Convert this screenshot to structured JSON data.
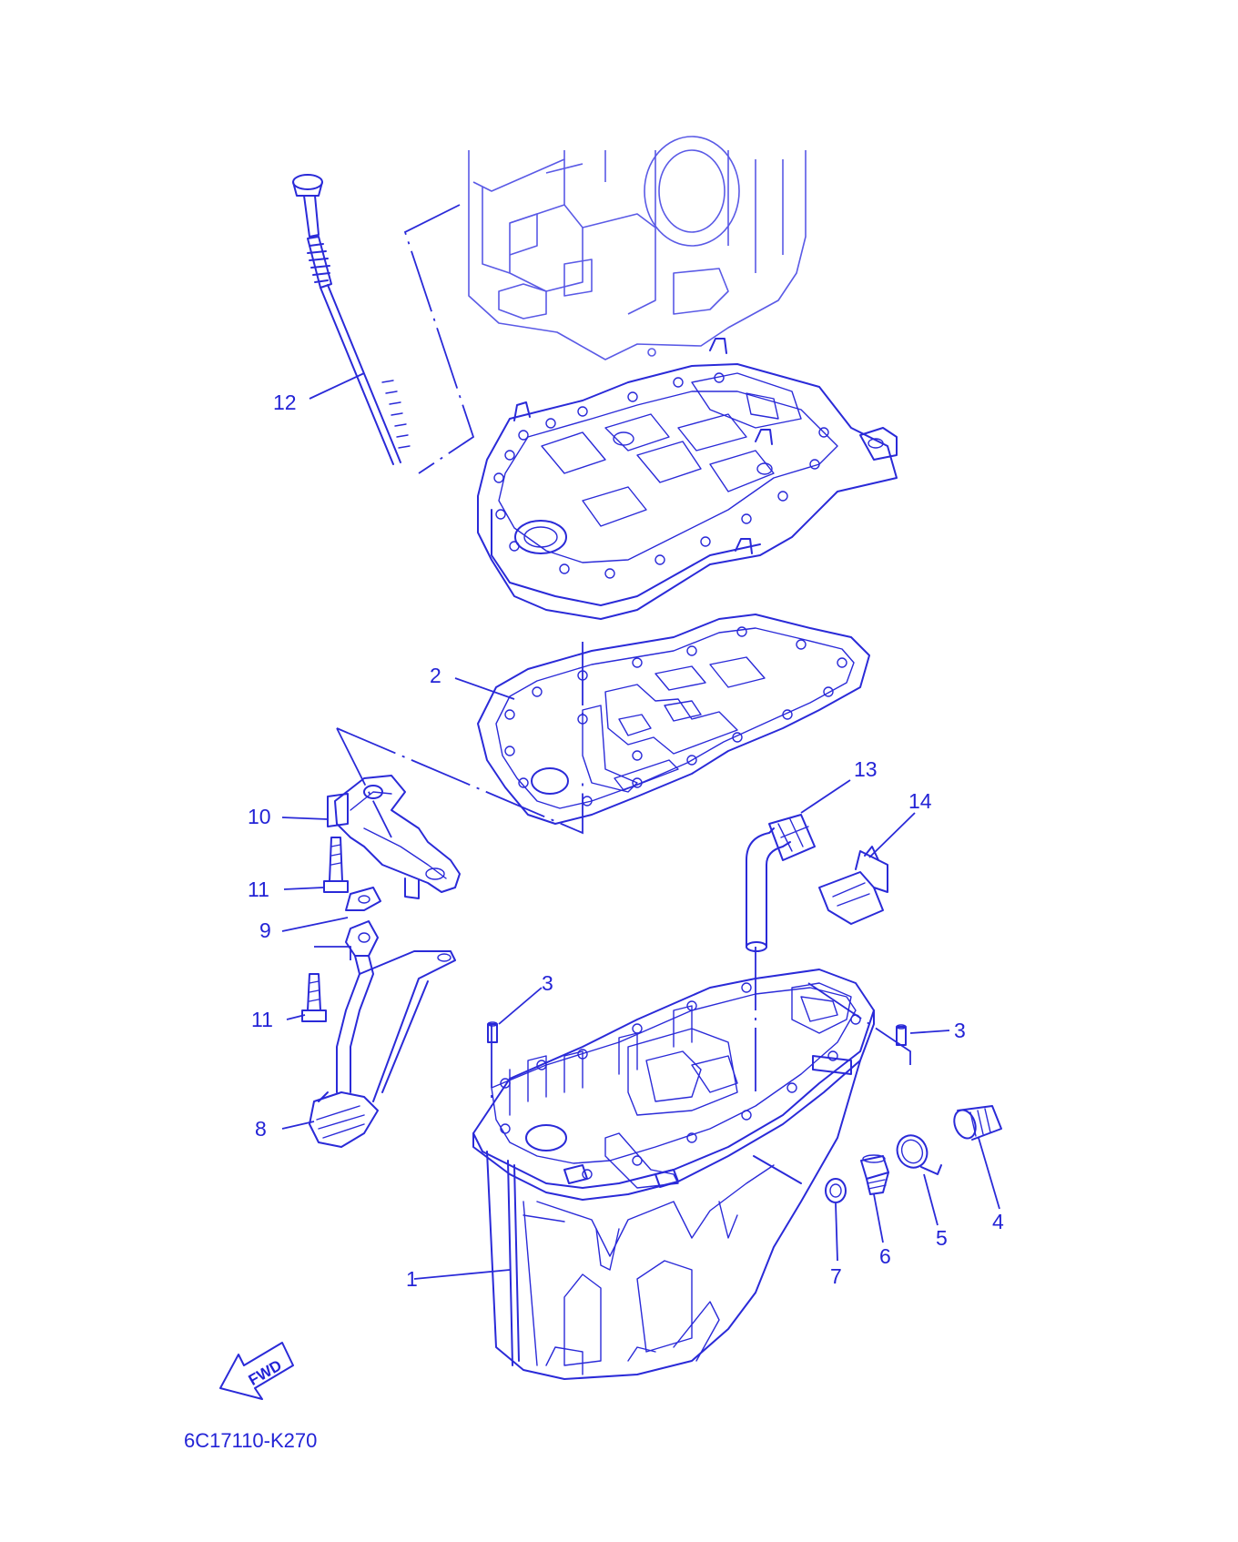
{
  "diagram": {
    "drawing_number": "6C17110-K270",
    "fwd_label": "FWD",
    "line_color": "#2a2ad8"
  },
  "callouts": [
    {
      "id": "1",
      "text": "1"
    },
    {
      "id": "2",
      "text": "2"
    },
    {
      "id": "3a",
      "text": "3"
    },
    {
      "id": "3b",
      "text": "3"
    },
    {
      "id": "4",
      "text": "4"
    },
    {
      "id": "5",
      "text": "5"
    },
    {
      "id": "6",
      "text": "6"
    },
    {
      "id": "7",
      "text": "7"
    },
    {
      "id": "8",
      "text": "8"
    },
    {
      "id": "9",
      "text": "9"
    },
    {
      "id": "10",
      "text": "10"
    },
    {
      "id": "11a",
      "text": "11"
    },
    {
      "id": "11b",
      "text": "11"
    },
    {
      "id": "12",
      "text": "12"
    },
    {
      "id": "13",
      "text": "13"
    },
    {
      "id": "14",
      "text": "14"
    }
  ]
}
